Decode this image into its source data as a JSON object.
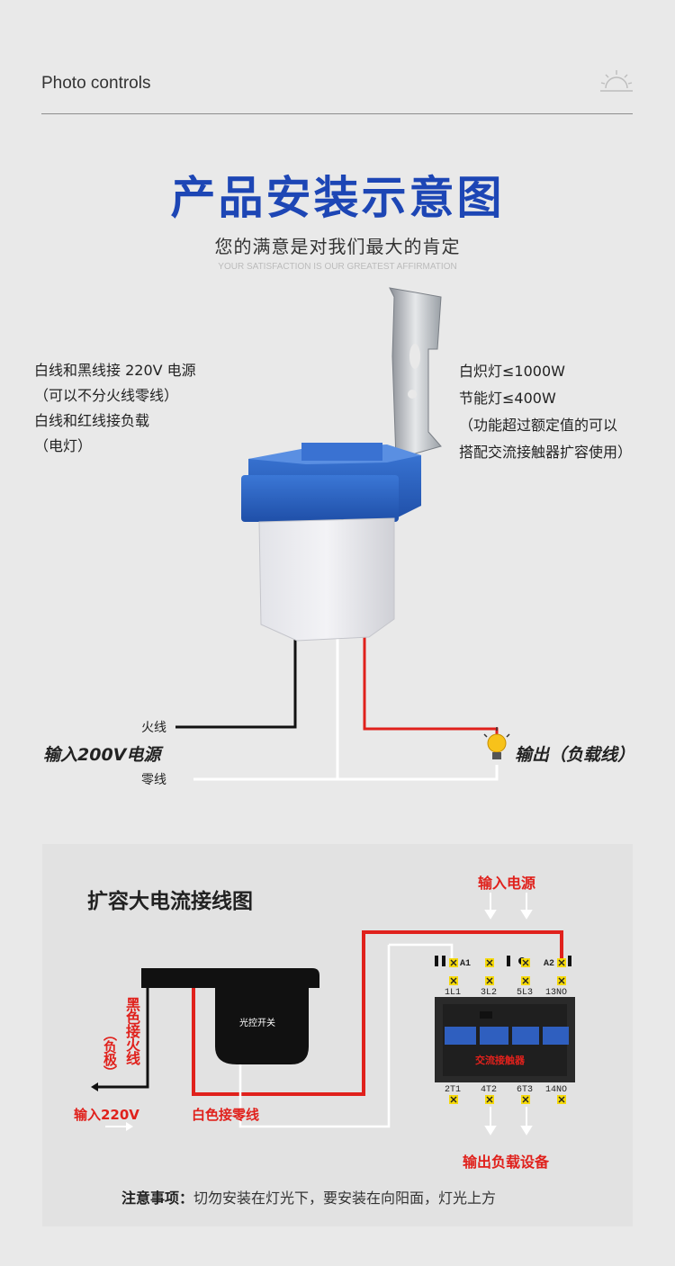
{
  "header": {
    "title": "Photo controls"
  },
  "main_title": "产品安装示意图",
  "subtitle": "您的满意是对我们最大的肯定",
  "subtitle_en": "YOUR SATISFACTION IS OUR GREATEST AFFIRMATION",
  "left_notes": [
    "白线和黑线接 220V 电源",
    "（可以不分火线零线）",
    "白线和红线接负载",
    "（电灯）"
  ],
  "right_notes": [
    "白炽灯≤1000W",
    "节能灯≤400W",
    "（功能超过额定值的可以",
    "搭配交流接触器扩容使用）"
  ],
  "wiring": {
    "live_label": "火线",
    "neutral_label": "零线",
    "input_label": "输入200V电源",
    "output_label": "输出（负载线）"
  },
  "expansion": {
    "title": "扩容大电流接线图",
    "input_power": "输入电源",
    "switch_label": "光控开关",
    "black_wire": "黑色接火线",
    "neg": "（负极）",
    "input_220": "输入220V",
    "white_neutral": "白色接零线",
    "contactor_label": "交流接触器",
    "top_terms": [
      "A1",
      "A2"
    ],
    "top_nums": [
      "1L1",
      "3L2",
      "5L3",
      "13NO"
    ],
    "bottom_nums": [
      "2T1",
      "4T2",
      "6T3",
      "14NO"
    ],
    "output_device": "输出负载设备"
  },
  "notice": {
    "label": "注意事项：",
    "text": "切勿安装在灯光下，要安装在向阳面，灯光上方"
  },
  "colors": {
    "title_blue": "#1d46b5",
    "wire_red": "#e0211c",
    "wire_black": "#111111",
    "wire_white": "#ffffff",
    "sensor_blue": "#2a62c4"
  }
}
